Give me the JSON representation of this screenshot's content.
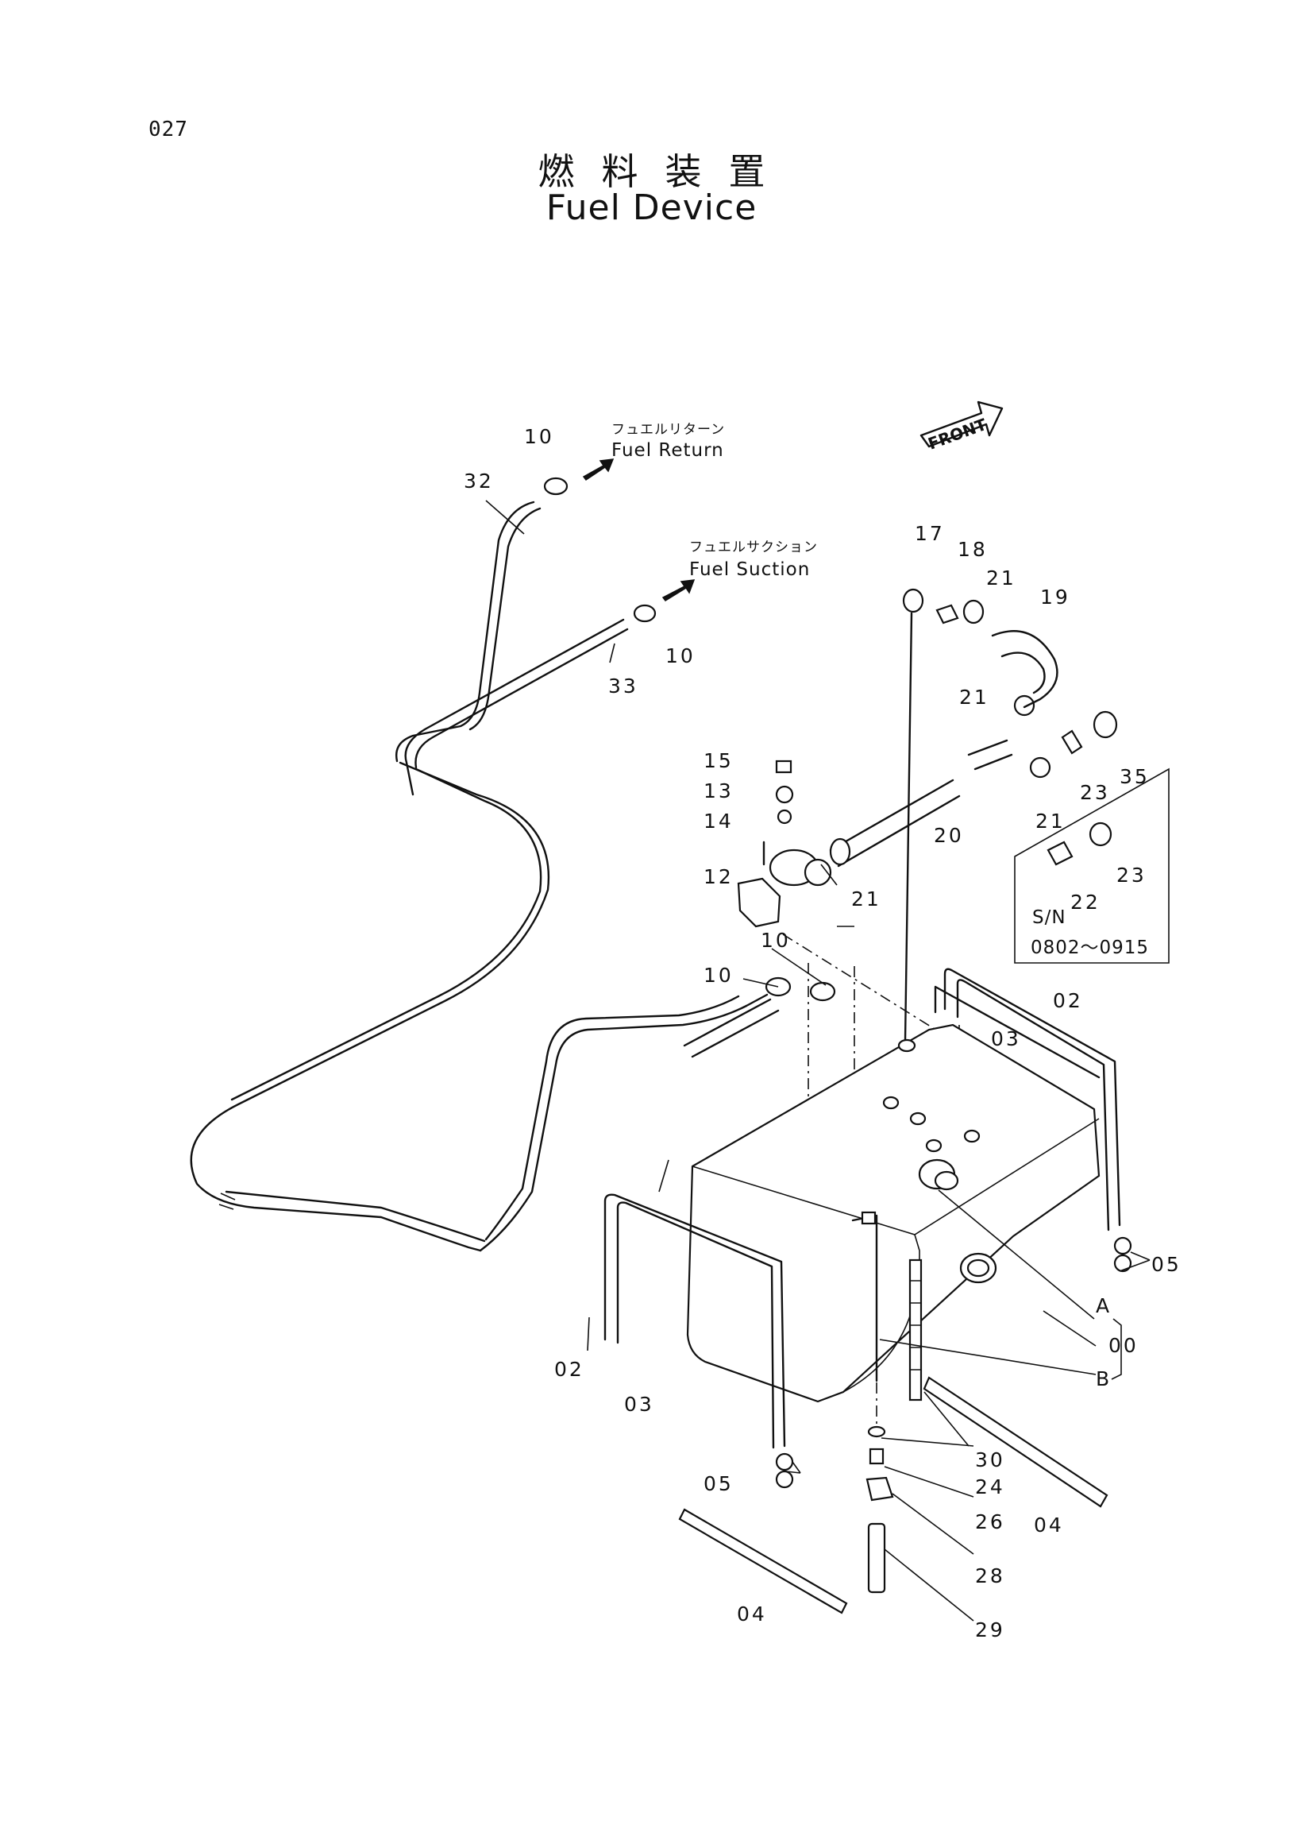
{
  "page_number": "027",
  "title_jp": "燃料装置",
  "title_en": "Fuel Device",
  "front_badge": "FRONT",
  "labels": {
    "fuel_return_jp": "フュエルリターン",
    "fuel_return_en": "Fuel Return",
    "fuel_suction_jp": "フュエルサクション",
    "fuel_suction_en": "Fuel Suction",
    "sn_label": "S/N",
    "sn_range": "0802～0915",
    "ref_a": "A",
    "ref_b": "B"
  },
  "callouts": {
    "c00": "00",
    "c02a": "02",
    "c02b": "02",
    "c03a": "03",
    "c03b": "03",
    "c04a": "04",
    "c04b": "04",
    "c05a": "05",
    "c05b": "05",
    "c10a": "10",
    "c10b": "10",
    "c10c": "10",
    "c10d": "10",
    "c12": "12",
    "c13": "13",
    "c14": "14",
    "c15": "15",
    "c17": "17",
    "c18": "18",
    "c19": "19",
    "c20": "20",
    "c21a": "21",
    "c21b": "21",
    "c21c": "21",
    "c21d": "21",
    "c22": "22",
    "c23a": "23",
    "c23b": "23",
    "c24": "24",
    "c26": "26",
    "c28": "28",
    "c29": "29",
    "c30": "30",
    "c32": "32",
    "c33": "33",
    "c35": "35"
  }
}
